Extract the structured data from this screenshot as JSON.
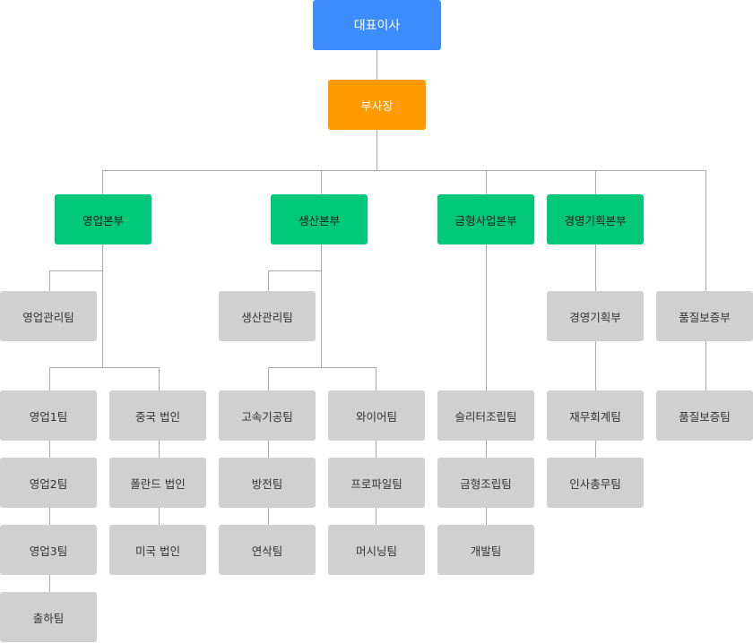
{
  "org": {
    "ceo": "대표이사",
    "vice_president": "부사장",
    "divisions": [
      {
        "name": "영업본부"
      },
      {
        "name": "생산본부"
      },
      {
        "name": "금형사업본부"
      },
      {
        "name": "경영기획본부"
      }
    ],
    "teams": {
      "sales_mgmt": "영업관리팀",
      "sales1": "영업1팀",
      "sales2": "영업2팀",
      "sales3": "영업3팀",
      "shipping": "출하팀",
      "china": "중국 법인",
      "poland": "폴란드 법인",
      "usa": "미국 법인",
      "prod_mgmt": "생산관리팀",
      "forging": "고속기공팀",
      "spinning": "방전팀",
      "grinding": "연삭팀",
      "wire": "와이어팀",
      "profile": "프로파일팀",
      "machining": "머시닝팀",
      "slitter": "슬리터조립팀",
      "mold_assembly": "금형조립팀",
      "development": "개발팀",
      "planning_dept": "경영기획부",
      "finance": "재무회계팀",
      "hr": "인사총무팀",
      "qa_dept": "품질보증부",
      "qa_team": "품질보증팀"
    }
  }
}
